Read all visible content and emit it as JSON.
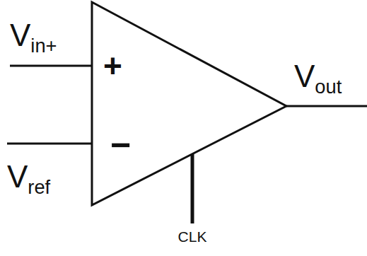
{
  "diagram": {
    "labels": [
      "Vin+",
      "+",
      "−",
      "Vref",
      "Vout",
      "CLK"
    ]
  }
}
